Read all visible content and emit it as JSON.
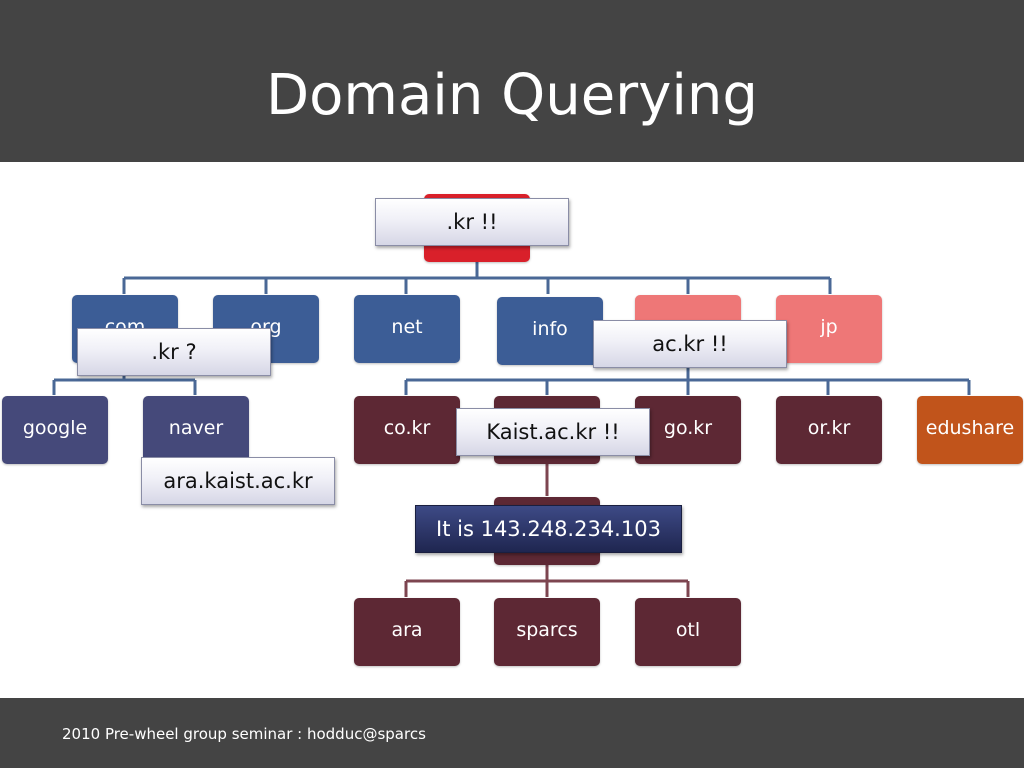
{
  "slide": {
    "title": "Domain Querying",
    "footer": "2010 Pre-wheel group seminar : hodduc@sparcs"
  },
  "colors": {
    "header_bg": "#444444",
    "blue_node": "#3c5d96",
    "pink_node": "#ee7777",
    "red_node": "#d9202a",
    "navy_node": "#45497a",
    "maroon_node": "#5d2834",
    "orange_node": "#c1541b",
    "blue_line": "#4a6896",
    "maroon_line": "#7d4550"
  },
  "nodes": {
    "root": "",
    "com": "com",
    "org": "org",
    "net": "net",
    "info": "info",
    "kr": "",
    "jp": "jp",
    "google": "google",
    "naver": "naver",
    "co_kr": "co.kr",
    "ac_kr": "",
    "go_kr": "go.kr",
    "or_kr": "or.kr",
    "edushare": "edushare",
    "kaist": "",
    "ara": "ara",
    "sparcs": "sparcs",
    "otl": "otl"
  },
  "callouts": {
    "root_answer": ".kr !!",
    "kr_question": ".kr ?",
    "kr_answer": "ac.kr !!",
    "ac_answer": "Kaist.ac.kr !!",
    "query": "ara.kaist.ac.kr",
    "ip_answer": "It is 143.248.234.103"
  }
}
